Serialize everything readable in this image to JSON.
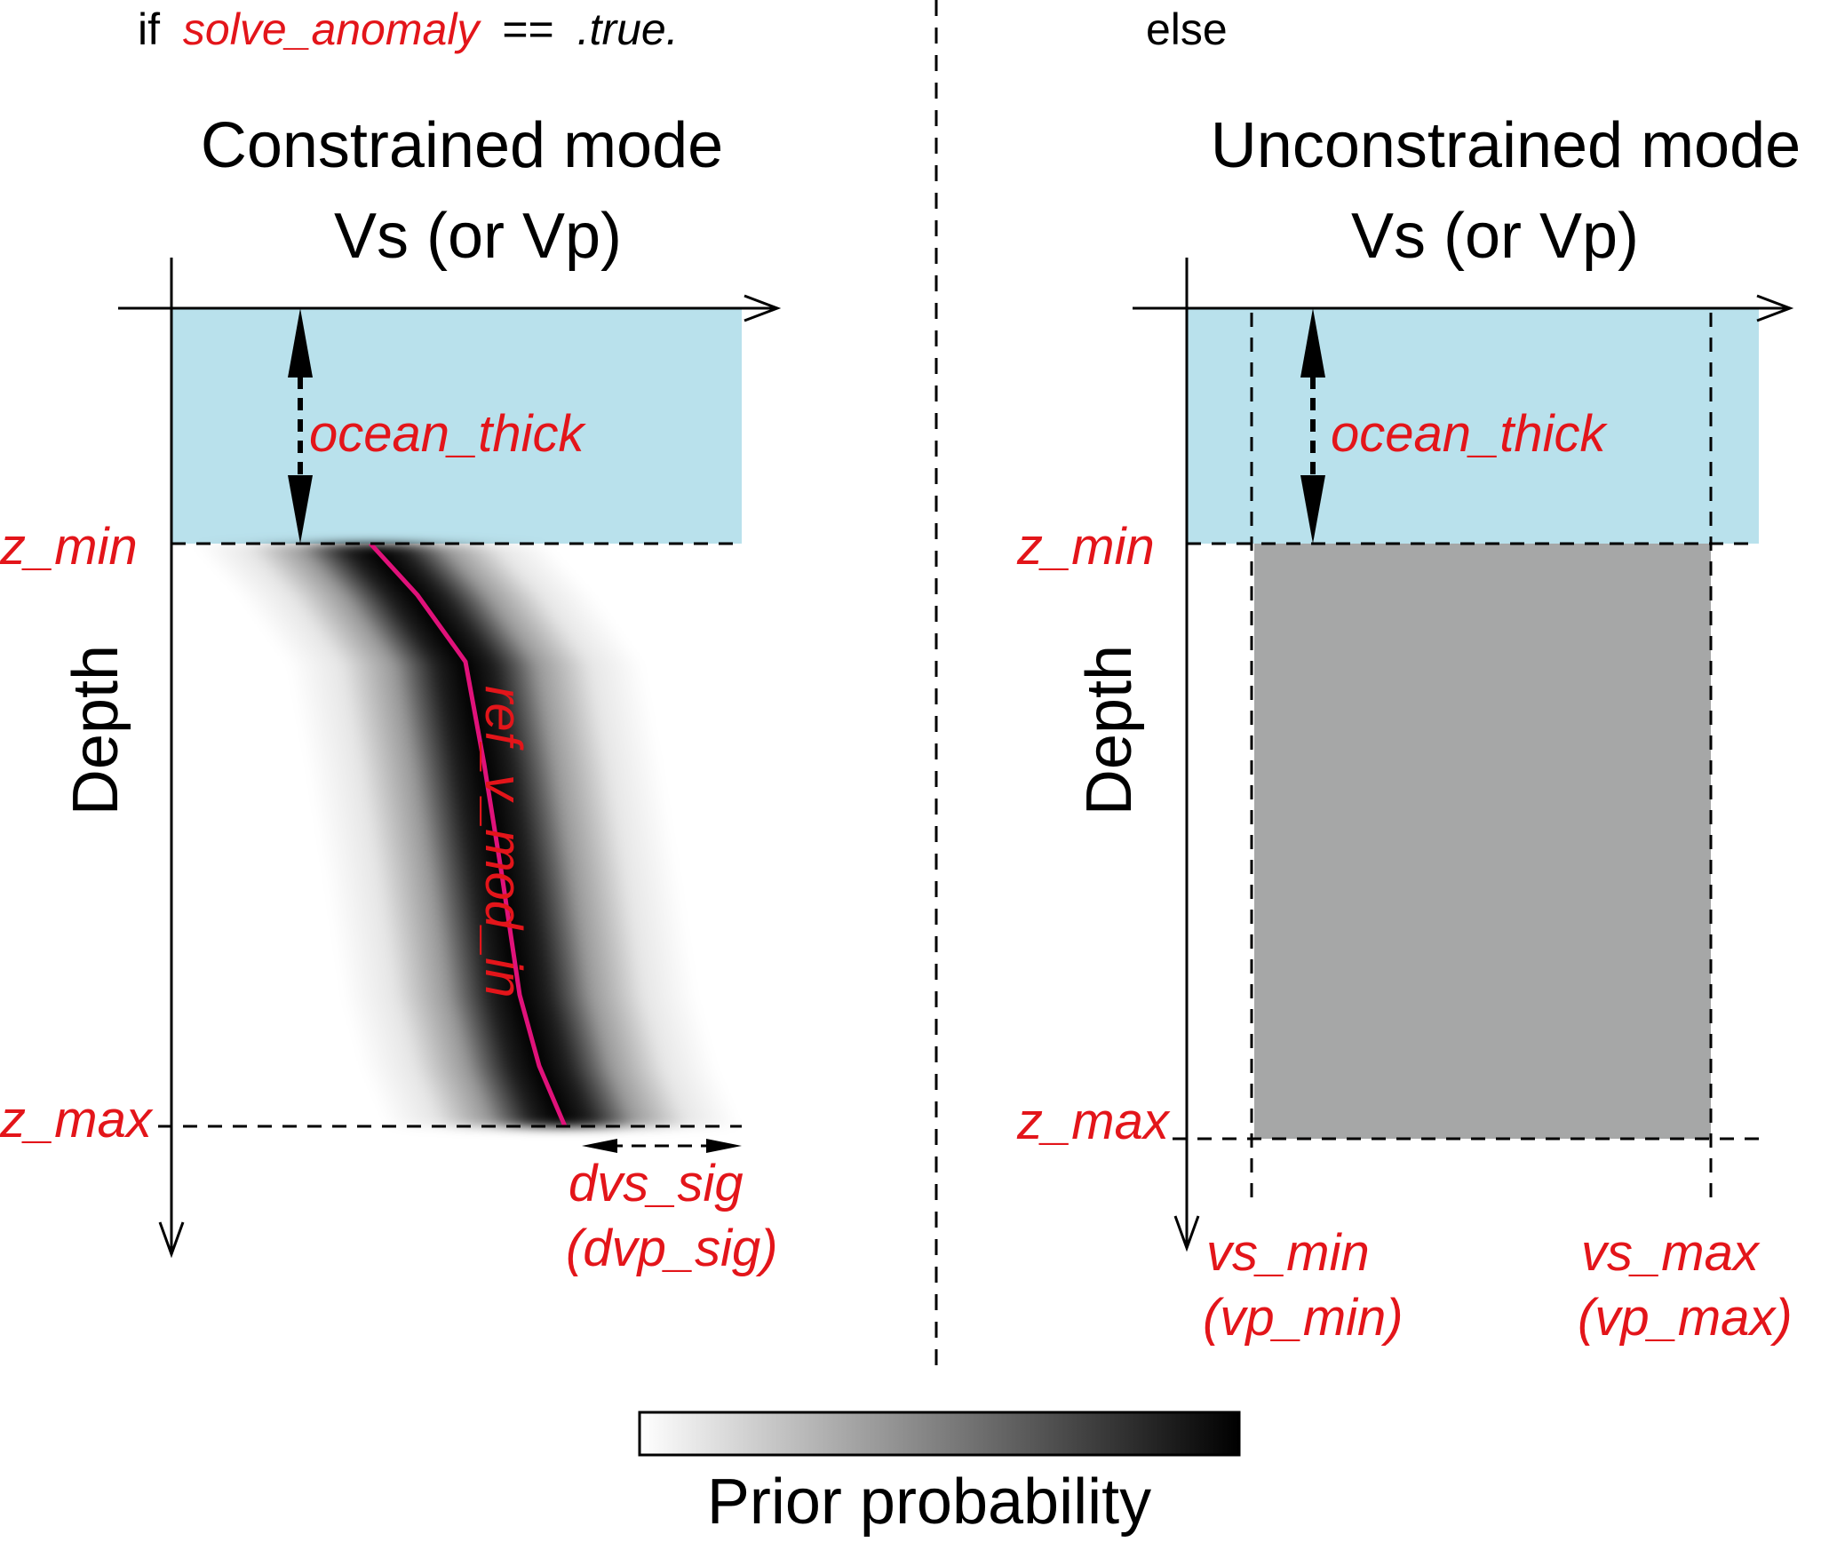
{
  "colors": {
    "ocean": "#b9e1ec",
    "label_red": "#e3151a",
    "ref_curve": "#e0127a",
    "uniform_gray": "#a6a7a7",
    "axis": "#000000"
  },
  "header_left": {
    "if_word": "if",
    "variable": "solve_anomaly",
    "operator": "==",
    "value": ".true."
  },
  "header_right": {
    "else_word": "else"
  },
  "left_panel": {
    "title": "Constrained mode",
    "x_axis_label": "Vs (or Vp)",
    "y_axis_label": "Depth",
    "ocean_label": "ocean_thick",
    "z_min": "z_min",
    "z_max": "z_max",
    "curve_label": "ref_v_mod_in",
    "sigma_label_1": "dvs_sig",
    "sigma_label_2": "(dvp_sig)"
  },
  "right_panel": {
    "title": "Unconstrained mode",
    "x_axis_label": "Vs (or Vp)",
    "y_axis_label": "Depth",
    "ocean_label": "ocean_thick",
    "z_min": "z_min",
    "z_max": "z_max",
    "vmin_label_1": "vs_min",
    "vmin_label_2": "(vp_min)",
    "vmax_label_1": "vs_max",
    "vmax_label_2": "(vp_max)"
  },
  "colorbar": {
    "label": "Prior probability",
    "from_color": "#ffffff",
    "to_color": "#000000"
  },
  "icons": {
    "axis_arrow": "open-arrowhead",
    "thickness_arrow": "double-headed-solid-arrow",
    "sigma_arrow": "double-headed-dashed-arrow"
  }
}
